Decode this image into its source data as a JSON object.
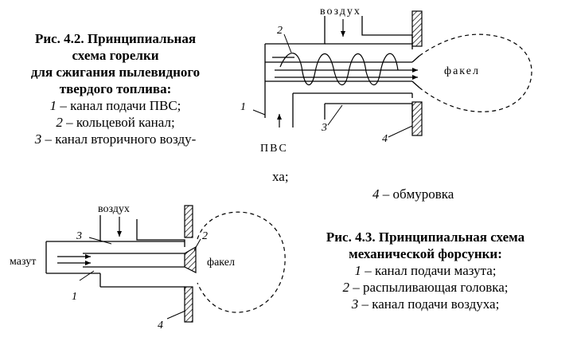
{
  "fig42": {
    "caption_title_1": "Рис. 4.2. Принципиальная",
    "caption_title_2": "схема горелки",
    "caption_title_3": "для сжигания пылевидного",
    "caption_title_4": "твердого топлива:",
    "item1_num": "1",
    "item1_text": " – канал подачи ПВС;",
    "item2_num": "2",
    "item2_text": " – кольцевой канал;",
    "item3_num": "3",
    "item3_text": " – канал вторичного возду-",
    "item3_cont": "ха;",
    "item4_num": "4",
    "item4_text": " – обмуровка",
    "labels": {
      "air": "воздух",
      "torch": "факел",
      "pvs": "ПВС",
      "n1": "1",
      "n2": "2",
      "n3": "3",
      "n4": "4"
    }
  },
  "fig43": {
    "caption_title_1": "Рис. 4.3. Принципиальная схема",
    "caption_title_2": "механической форсунки:",
    "item1_num": "1",
    "item1_text": " – канал подачи мазута;",
    "item2_num": "2",
    "item2_text": " – распыливающая головка;",
    "item3_num": "3",
    "item3_text": " – канал подачи воздуха;",
    "labels": {
      "air": "воздух",
      "torch": "факел",
      "fuel": "мазут",
      "n1": "1",
      "n2": "2",
      "n3": "3",
      "n4": "4"
    }
  }
}
